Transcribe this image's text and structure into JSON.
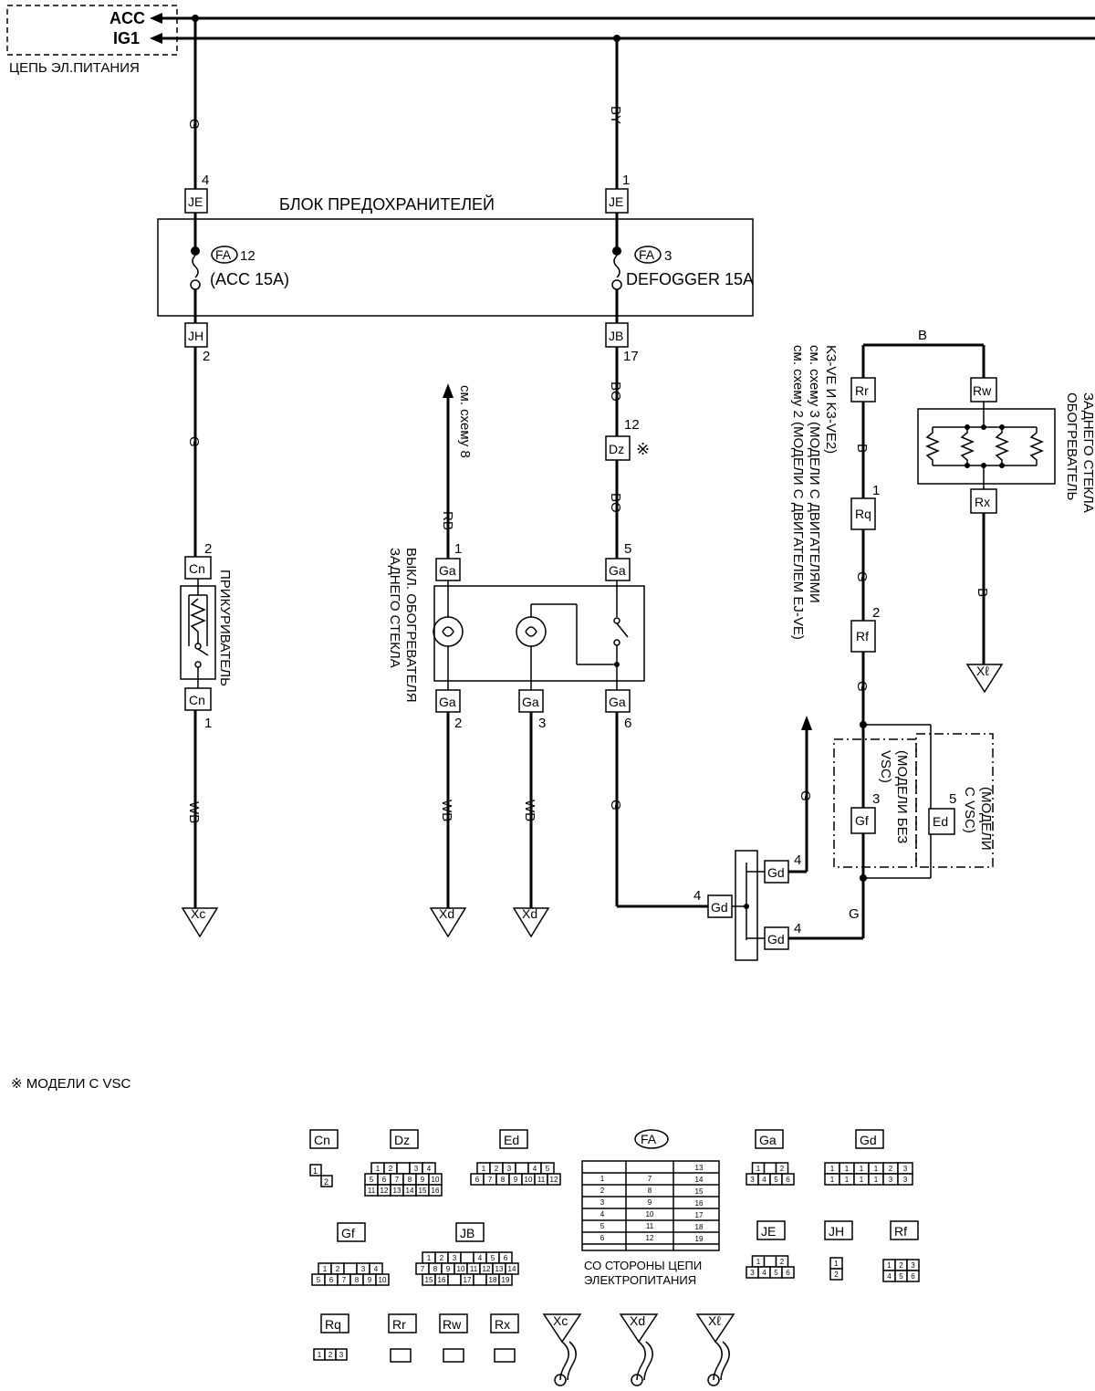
{
  "power": {
    "acc": "ACC",
    "ig1": "IG1",
    "circuit_label": "ЦЕПЬ ЭЛ.ПИТАНИЯ"
  },
  "fuse_block": {
    "title": "БЛОК ПРЕДОХРАНИТЕЛЕЙ",
    "fuse_acc": {
      "conn": "FA",
      "num": "12",
      "label": "(ACC 15A)"
    },
    "fuse_def": {
      "conn": "FA",
      "num": "3",
      "label": "DEFOGGER 15A"
    }
  },
  "wires": {
    "g": "G",
    "by": "BY",
    "bo": "BO",
    "rb": "RB",
    "wb": "WB",
    "b": "B"
  },
  "connectors": {
    "je": "JE",
    "jh": "JH",
    "jb": "JB",
    "cn": "Cn",
    "dz": "Dz",
    "ga": "Ga",
    "gd": "Gd",
    "gf": "Gf",
    "ed": "Ed",
    "rr": "Rr",
    "rq": "Rq",
    "rf": "Rf",
    "rw": "Rw",
    "rx": "Rx",
    "xc": "Xc",
    "xd": "Xd",
    "xl": "Xℓ"
  },
  "pins": {
    "je_left": "4",
    "je_right": "1",
    "jh": "2",
    "jb": "17",
    "dz": "12",
    "cn_top": "2",
    "cn_bot": "1",
    "ga_1": "1",
    "ga_5": "5",
    "ga_2": "2",
    "ga_3": "3",
    "ga_6": "6",
    "gd_in": "4",
    "gd_top": "4",
    "gd_bot": "4",
    "gf": "3",
    "ed": "5",
    "rq": "1",
    "rf": "2"
  },
  "labels": {
    "lighter": "ПРИКУРИВАТЕЛЬ",
    "switch_1": "ВЫКЛ. ОБОГРЕВАТЕЛЯ",
    "switch_2": "ЗАДНЕГО СТЕКЛА",
    "see_scheme_8": "см. схему 8",
    "see_scheme_2": "см. схему 2 (МОДЕЛИ С ДВИГАТЕЛЕМ EJ-VE)",
    "see_scheme_3a": "см. схему 3 (МОДЕЛИ С ДВИГАТЕЛЯМИ",
    "see_scheme_3b": "K3-VE И K3-VE2)",
    "heater_1": "ОБОГРЕВАТЕЛЬ",
    "heater_2": "ЗАДНЕГО СТЕКЛА",
    "no_vsc_1": "(МОДЕЛИ БЕЗ",
    "no_vsc_2": "VSC)",
    "vsc_1": "(МОДЕЛИ",
    "vsc_2": "С VSC)",
    "asterisk": "※",
    "note": "※ МОДЕЛИ С VSC",
    "power_side_1": "СО СТОРОНЫ ЦЕПИ",
    "power_side_2": "ЭЛЕКТРОПИТАНИЯ"
  },
  "pinouts": {
    "dz_rows": [
      [
        "1",
        "2",
        "",
        "3",
        "4"
      ],
      [
        "5",
        "6",
        "7",
        "8",
        "9",
        "10"
      ],
      [
        "11",
        "12",
        "13",
        "14",
        "15",
        "16"
      ]
    ],
    "ed_rows": [
      [
        "1",
        "2",
        "3",
        "",
        "4",
        "5"
      ],
      [
        "6",
        "7",
        "8",
        "9",
        "10",
        "11",
        "12"
      ]
    ],
    "ga_rows": [
      [
        "1",
        "",
        "2"
      ],
      [
        "3",
        "4",
        "5",
        "6"
      ]
    ],
    "gd_rows": [
      [
        "1",
        "1",
        "1",
        "1",
        "2",
        "3"
      ],
      [
        "1",
        "1",
        "1",
        "1",
        "3",
        "3"
      ]
    ],
    "gf_rows": [
      [
        "1",
        "2",
        "",
        "3",
        "4"
      ],
      [
        "5",
        "6",
        "7",
        "8",
        "9",
        "10"
      ]
    ],
    "jb_rows": [
      [
        "1",
        "2",
        "3",
        "",
        "4",
        "5",
        "6"
      ],
      [
        "7",
        "8",
        "9",
        "10",
        "11",
        "12",
        "13",
        "14"
      ],
      [
        "15",
        "16",
        "",
        "17",
        "",
        "18",
        "19"
      ]
    ],
    "je_rows": [
      [
        "1",
        "",
        "2"
      ],
      [
        "3",
        "4",
        "5",
        "6"
      ]
    ],
    "jh_rows": [
      [
        "1"
      ],
      [
        "2"
      ]
    ],
    "rf_rows": [
      [
        "1",
        "2",
        "3"
      ],
      [
        "4",
        "5",
        "6"
      ]
    ],
    "rq_rows": [
      [
        "1",
        "2",
        "3"
      ]
    ],
    "cn_rows": [
      [
        "1"
      ],
      [
        "2"
      ]
    ],
    "fa_left": [
      "1",
      "2",
      "3",
      "4",
      "5",
      "6"
    ],
    "fa_mid": [
      "7",
      "8",
      "9",
      "10",
      "11",
      "12"
    ],
    "fa_right": [
      "13",
      "14",
      "15",
      "16",
      "17",
      "18",
      "19"
    ]
  }
}
